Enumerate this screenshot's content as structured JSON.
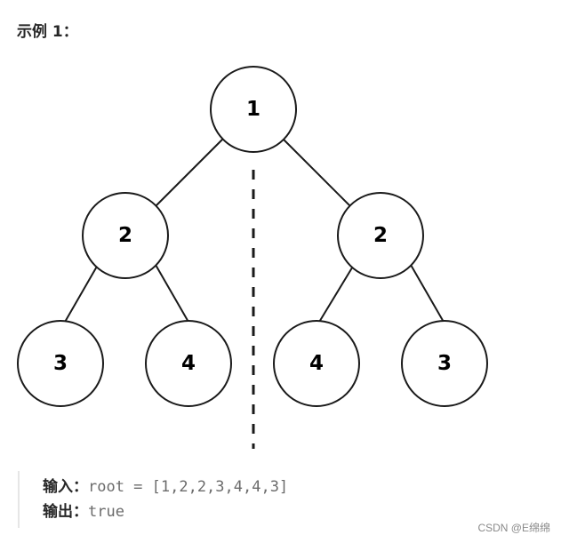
{
  "heading": "示例 1：",
  "tree": {
    "nodes": [
      {
        "id": "root",
        "value": "1"
      },
      {
        "id": "left",
        "value": "2"
      },
      {
        "id": "right",
        "value": "2"
      },
      {
        "id": "left-left",
        "value": "3"
      },
      {
        "id": "left-right",
        "value": "4"
      },
      {
        "id": "right-left",
        "value": "4"
      },
      {
        "id": "right-right",
        "value": "3"
      }
    ],
    "axis_line": "dashed"
  },
  "io": {
    "input_label": "输入：",
    "input_value": "root = [1,2,2,3,4,4,3]",
    "output_label": "输出：",
    "output_value": "true"
  },
  "watermark": "CSDN @E绵绵"
}
